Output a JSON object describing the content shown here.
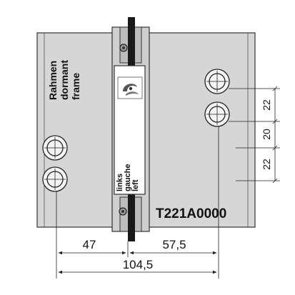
{
  "frame_label": [
    "Rahmen",
    "dormant",
    "frame"
  ],
  "side_label": [
    "links",
    "gauche",
    "left"
  ],
  "part_number": "T221A0000",
  "logo_icon": "hinge-brand-logo-icon",
  "dimensions": {
    "left_offset": "47",
    "right_offset": "57,5",
    "total_width": "104,5",
    "top_spacing": "22",
    "middle_spacing": "20",
    "bottom_spacing": "22"
  },
  "colors": {
    "plate": "#d6d6d6",
    "plate_edge": "#333333",
    "knuckle_dark": "#1a1a1a",
    "leaf_white": "#ffffff",
    "hole_fill": "#f4f4f4"
  }
}
